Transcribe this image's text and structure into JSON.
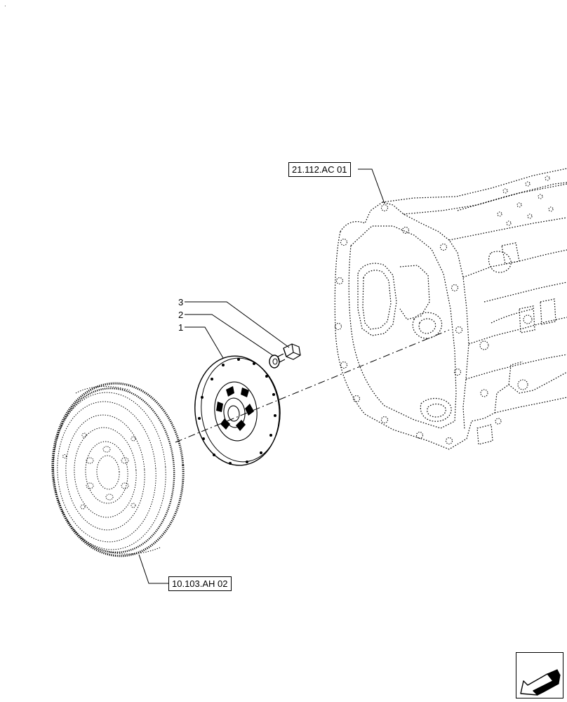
{
  "references": {
    "transmission": "21.112.AC 01",
    "flywheel": "10.103.AH 02"
  },
  "callouts": [
    {
      "number": "1",
      "part": "clutch-disc"
    },
    {
      "number": "2",
      "part": "washer"
    },
    {
      "number": "3",
      "part": "bolt"
    }
  ],
  "navigation": {
    "icon": "previous-page-arrow-icon"
  },
  "colors": {
    "line": "#000000",
    "background": "#ffffff"
  }
}
